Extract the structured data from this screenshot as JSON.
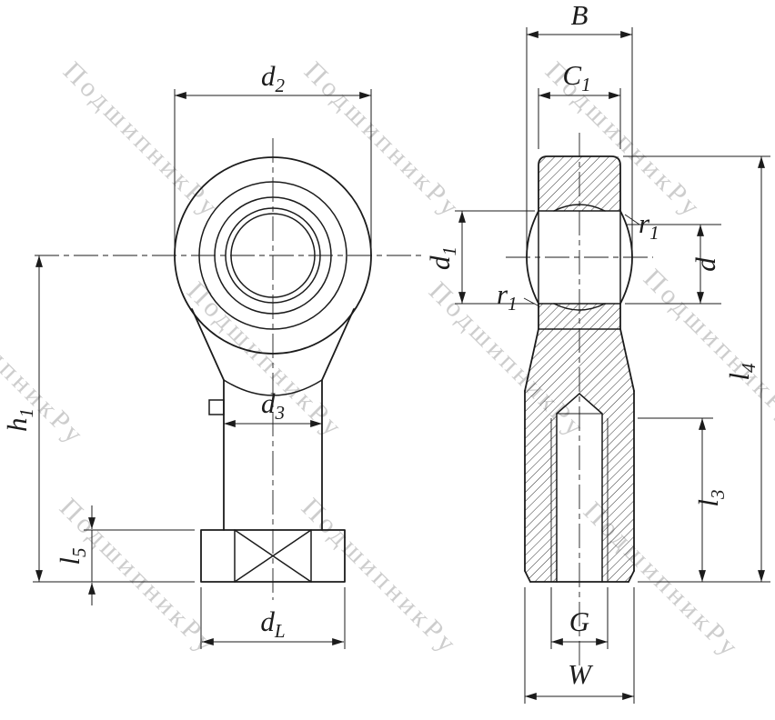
{
  "watermark": {
    "text": "ПодшипникРу"
  },
  "colors": {
    "line": "#1b1b1b",
    "watermark": "#c8c8c8",
    "background": "#ffffff"
  },
  "front_view": {
    "labels": {
      "d2": {
        "main": "d",
        "sub": "2"
      },
      "d3": {
        "main": "d",
        "sub": "3"
      },
      "h1": {
        "main": "h",
        "sub": "1"
      },
      "l5": {
        "main": "l",
        "sub": "5"
      },
      "dL": {
        "main": "d",
        "sub": "L"
      }
    }
  },
  "side_view": {
    "labels": {
      "B": {
        "main": "B",
        "sub": ""
      },
      "C1": {
        "main": "C",
        "sub": "1"
      },
      "d1": {
        "main": "d",
        "sub": "1"
      },
      "r1_top": {
        "main": "r",
        "sub": "1"
      },
      "r1_bottom": {
        "main": "r",
        "sub": "1"
      },
      "d": {
        "main": "d",
        "sub": ""
      },
      "l4": {
        "main": "l",
        "sub": "4"
      },
      "l3": {
        "main": "l",
        "sub": "3"
      },
      "G": {
        "main": "G",
        "sub": ""
      },
      "W": {
        "main": "W",
        "sub": ""
      }
    }
  }
}
